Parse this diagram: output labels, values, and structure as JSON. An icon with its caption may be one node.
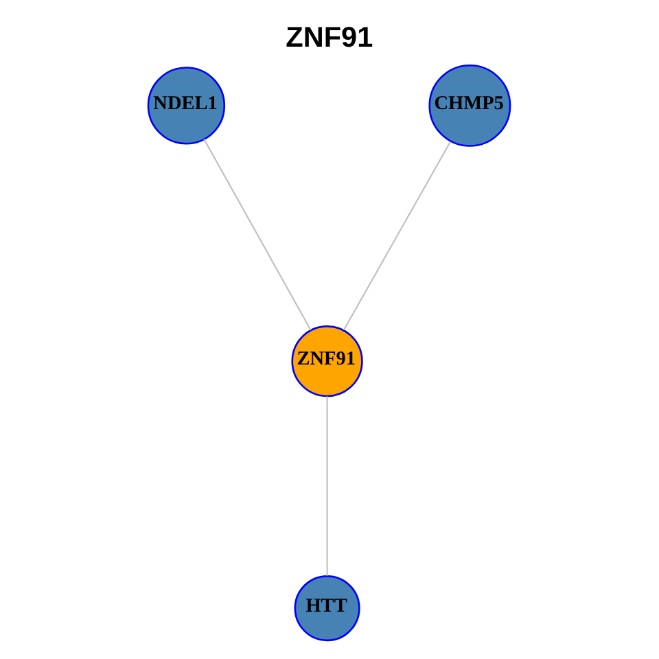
{
  "diagram": {
    "title": "ZNF91",
    "nodes": [
      {
        "text": [
          "NDEL1"
        ]
      },
      {
        "text": [
          "CHMP5"
        ]
      },
      {
        "text": [
          "ZNF91"
        ]
      },
      {
        "text": [
          "HTT"
        ]
      }
    ],
    "edges": [
      {
        "from": 0,
        "to": 2,
        "arrow": "none"
      },
      {
        "from": 1,
        "to": 2,
        "arrow": "none"
      },
      {
        "from": 2,
        "to": 3,
        "arrow": "none"
      }
    ]
  }
}
